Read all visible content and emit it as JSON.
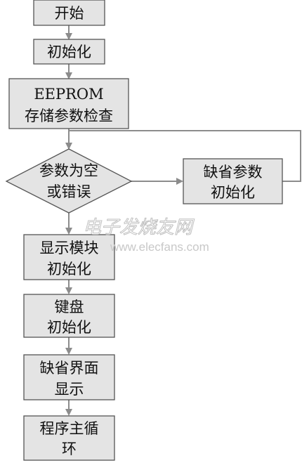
{
  "nodes": {
    "start": {
      "lines": [
        "开始"
      ]
    },
    "init": {
      "lines": [
        "初始化"
      ]
    },
    "eeprom_check": {
      "lines": [
        "EEPROM",
        "存储参数检查"
      ]
    },
    "param_decision": {
      "lines": [
        "参数为空",
        "或错误"
      ]
    },
    "default_param_init": {
      "lines": [
        "缺省参数",
        "初始化"
      ]
    },
    "display_module_init": {
      "lines": [
        "显示模块",
        "初始化"
      ]
    },
    "keyboard_init": {
      "lines": [
        "键盘",
        "初始化"
      ]
    },
    "default_ui_display": {
      "lines": [
        "缺省界面",
        "显示"
      ]
    },
    "main_loop": {
      "lines": [
        "程序主循",
        "环"
      ]
    }
  },
  "watermark": {
    "site_name": "电子发烧友网",
    "url": "www.elecfans.com"
  },
  "colors": {
    "box_fill": "#e4e4e4",
    "box_stroke": "#555555",
    "arrow": "#8c8c8c",
    "text": "#111111"
  }
}
